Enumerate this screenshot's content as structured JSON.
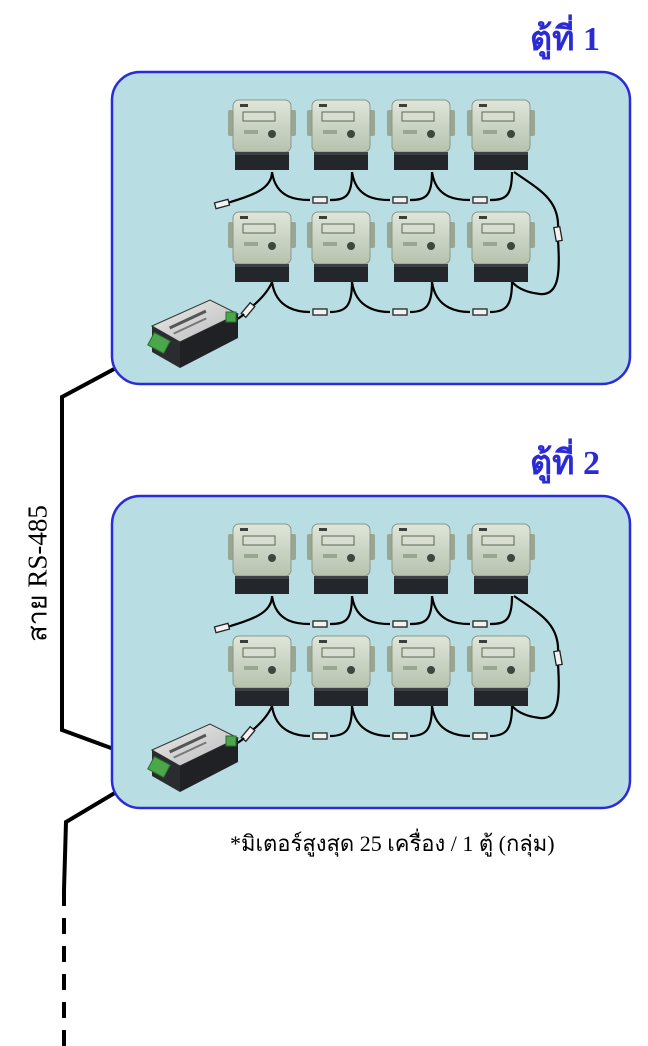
{
  "cabinets": [
    {
      "title": "ตู้ที่ 1",
      "meters_per_row": 4,
      "rows": 2
    },
    {
      "title": "ตู้ที่ 2",
      "meters_per_row": 4,
      "rows": 2
    }
  ],
  "cable_label": "สาย RS-485",
  "note": "*มิเตอร์สูงสุด 25 เครื่อง / 1 ตู้ (กลุ่ม)",
  "colors": {
    "title": "#2a2ad6",
    "cabinet_fill": "#b8dde2",
    "cabinet_border": "#2b2bd8",
    "cable": "#000000",
    "meter_body": "#c9d4c4",
    "meter_base": "#23262a",
    "converter_body": "#2a2c30",
    "terminal": "#4aa84a"
  },
  "icons": {
    "meter": "energy-meter-icon",
    "converter": "rs485-converter-icon",
    "connector": "cable-connector-icon"
  }
}
